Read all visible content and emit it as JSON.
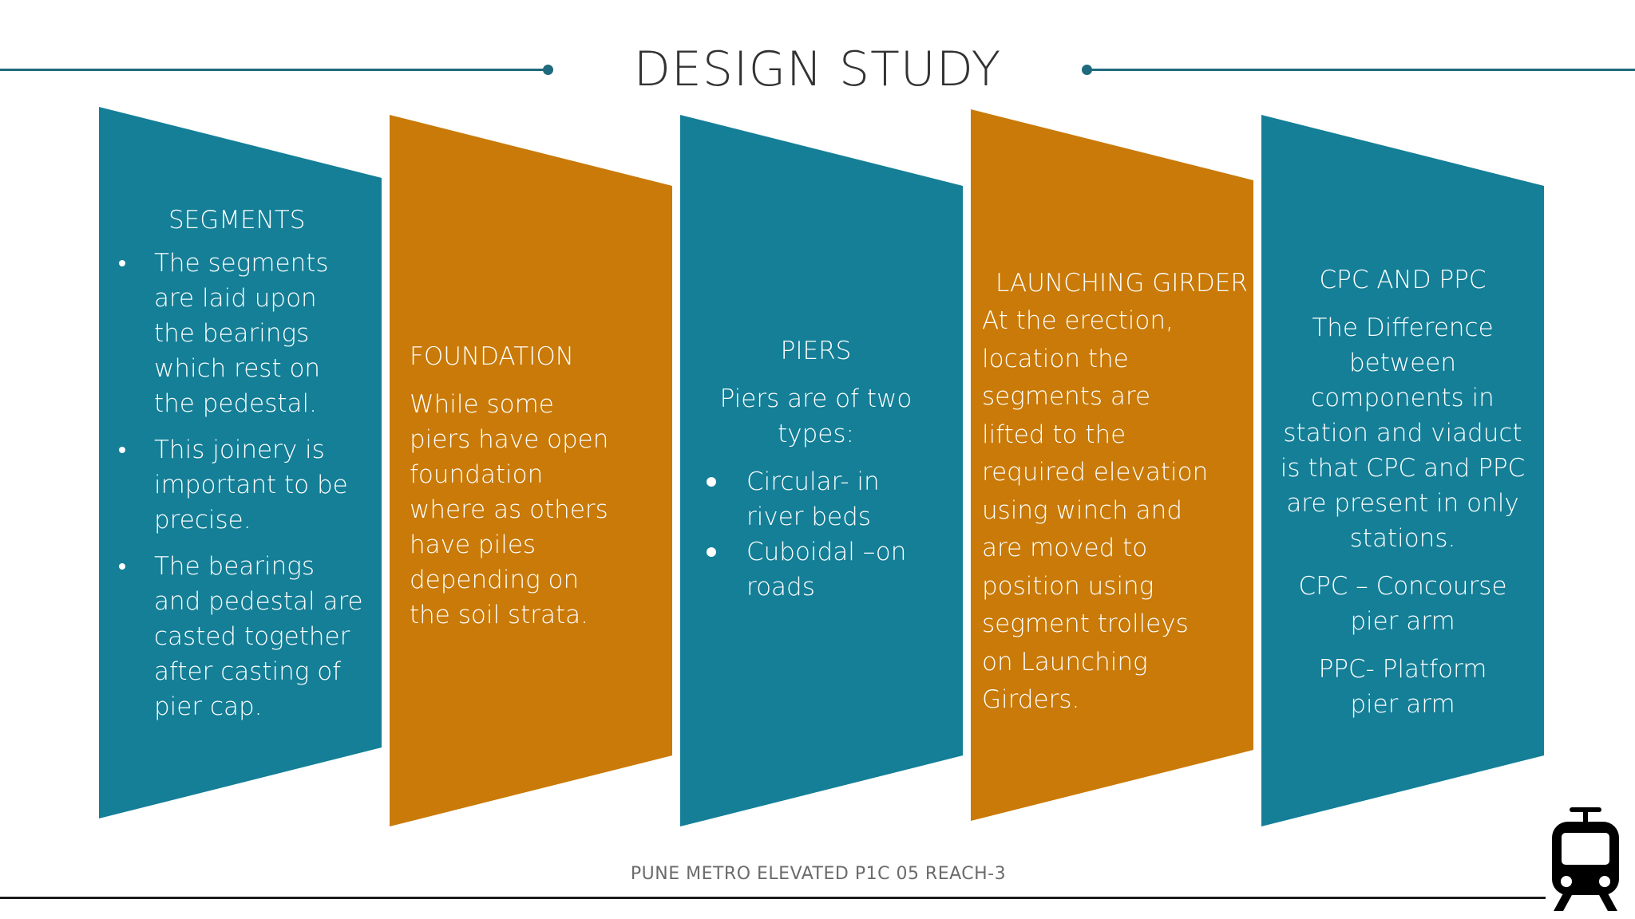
{
  "slide": {
    "title": "DESIGN STUDY",
    "footer": "PUNE METRO ELEVATED P1C 05 REACH-3"
  },
  "colors": {
    "teal": "#147f97",
    "orange": "#c97a08",
    "rule": "#1f6a7d",
    "footer_line": "#1a1a1a"
  },
  "icons": {
    "footer": "metro-train-icon"
  },
  "panels": {
    "segments": {
      "heading": "SEGMENTS",
      "bullets": [
        "The segments are laid upon the bearings which rest on the pedestal.",
        "This joinery is important to be precise.",
        "The bearings and pedestal are casted together after casting of pier cap."
      ]
    },
    "foundation": {
      "heading": "FOUNDATION",
      "body": "While some piers have open foundation where as others have piles depending on the soil strata."
    },
    "piers": {
      "heading": "PIERS",
      "intro": "Piers are of two types:",
      "bullets": [
        "Circular- in river beds",
        "Cuboidal –on roads"
      ]
    },
    "launching": {
      "heading": "LAUNCHING GIRDER",
      "body": "At the erection, location the segments are lifted to the required elevation using winch and are moved to position using segment trolleys on Launching Girders."
    },
    "cpc": {
      "heading": "CPC AND PPC",
      "paragraphs": [
        "The Difference between components in station and viaduct is that CPC and PPC are present in only stations.",
        "CPC – Concourse pier arm",
        "PPC- Platform pier arm"
      ]
    }
  }
}
